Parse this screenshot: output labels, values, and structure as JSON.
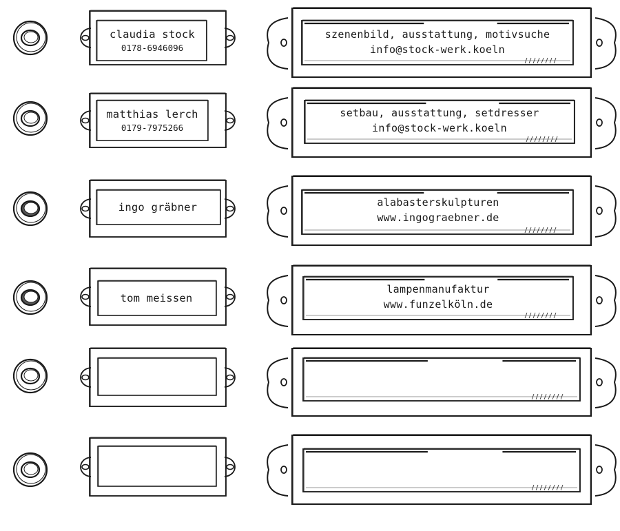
{
  "rows": [
    {
      "name": "claudia stock",
      "phone": "0178-6946096",
      "box": [
        "szenenbild, ausstattung, motivsuche",
        "info@stock-werk.koeln"
      ]
    },
    {
      "name": "matthias lerch",
      "phone": "0179-7975266",
      "box": [
        "setbau, ausstattung, setdresser",
        "info@stock-werk.koeln"
      ]
    },
    {
      "name": "ingo gräbner",
      "phone": "",
      "box": [
        "alabasterskulpturen",
        "www.ingograebner.de"
      ]
    },
    {
      "name": "tom meissen",
      "phone": "",
      "box": [
        "lampenmanufaktur",
        "www.funzelköln.de"
      ]
    },
    {
      "name": "",
      "phone": "",
      "box": [
        "",
        ""
      ]
    },
    {
      "name": "",
      "phone": "",
      "box": [
        "",
        ""
      ]
    }
  ],
  "colors": {
    "ink": "#1a1a1a",
    "paper": "#ffffff",
    "shade": "#9a9a9a"
  },
  "icons": {
    "bell": "doorbell-button-icon",
    "nameplate": "nameplate-frame",
    "letterbox": "letterbox-flap"
  }
}
